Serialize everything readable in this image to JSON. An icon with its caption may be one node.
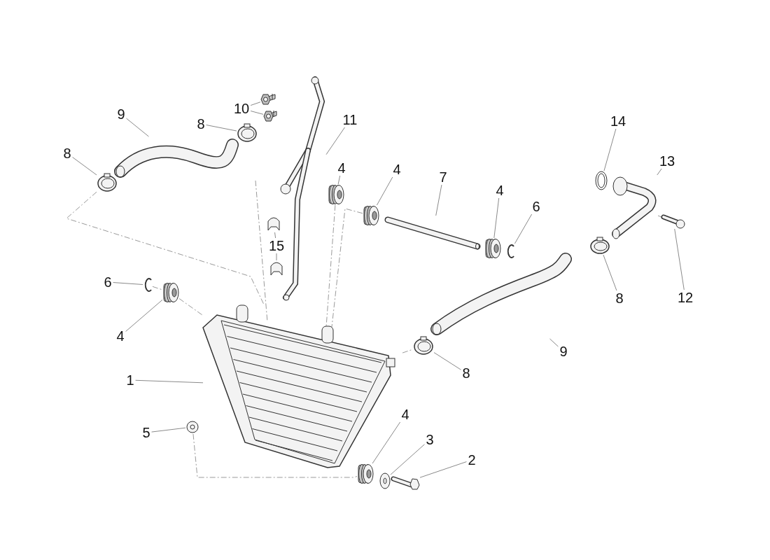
{
  "diagram": {
    "nodes": [
      {
        "text": [
          "9"
        ]
      },
      {
        "text": [
          "8"
        ]
      },
      {
        "text": [
          "8"
        ]
      },
      {
        "text": [
          "10"
        ]
      },
      {
        "text": [
          "11"
        ]
      },
      {
        "text": [
          "4"
        ]
      },
      {
        "text": [
          "4"
        ]
      },
      {
        "text": [
          "7"
        ]
      },
      {
        "text": [
          "4"
        ]
      },
      {
        "text": [
          "6"
        ]
      },
      {
        "text": [
          "14"
        ]
      },
      {
        "text": [
          "13"
        ]
      },
      {
        "text": [
          "15"
        ]
      },
      {
        "text": [
          "6"
        ]
      },
      {
        "text": [
          "4"
        ]
      },
      {
        "text": [
          "1"
        ]
      },
      {
        "text": [
          "12"
        ]
      },
      {
        "text": [
          "8"
        ]
      },
      {
        "text": [
          "9"
        ]
      },
      {
        "text": [
          "8"
        ]
      },
      {
        "text": [
          "5"
        ]
      },
      {
        "text": [
          "4"
        ]
      },
      {
        "text": [
          "3"
        ]
      },
      {
        "text": [
          "2"
        ]
      },
      {
        "text": [],
        "shape": "picture"
      },
      {
        "text": [],
        "shape": "picture"
      },
      {
        "text": [],
        "shape": "picture"
      },
      {
        "text": [],
        "shape": "picture"
      },
      {
        "text": [],
        "shape": "picture"
      },
      {
        "text": [],
        "shape": "picture"
      },
      {
        "text": [],
        "shape": "picture"
      },
      {
        "text": [],
        "shape": "picture"
      },
      {
        "text": [],
        "shape": "picture"
      },
      {
        "text": [],
        "shape": "picture"
      },
      {
        "text": [],
        "shape": "picture"
      },
      {
        "text": [],
        "shape": "picture"
      },
      {
        "text": [],
        "shape": "picture"
      },
      {
        "text": [],
        "shape": "picture"
      },
      {
        "text": [],
        "shape": "picture"
      },
      {
        "text": [],
        "shape": "picture"
      },
      {
        "text": [],
        "shape": "picture"
      },
      {
        "text": [],
        "shape": "picture"
      },
      {
        "text": [],
        "shape": "picture"
      },
      {
        "text": [],
        "shape": "picture"
      },
      {
        "text": [],
        "shape": "picture"
      },
      {
        "text": [],
        "shape": "picture"
      },
      {
        "text": [],
        "shape": "picture"
      },
      {
        "text": [],
        "shape": "picture"
      },
      {
        "text": [],
        "shape": "picture"
      },
      {
        "text": [],
        "shape": "picture"
      }
    ],
    "edges": [
      {
        "from": 0,
        "to": 24,
        "arrow": "none"
      },
      {
        "from": 1,
        "to": 25,
        "arrow": "none"
      },
      {
        "from": 2,
        "to": 26,
        "arrow": "none"
      },
      {
        "from": 3,
        "to": 27,
        "arrow": "none"
      },
      {
        "from": 3,
        "to": 28,
        "arrow": "none"
      },
      {
        "from": 4,
        "to": 29,
        "arrow": "none"
      },
      {
        "from": 5,
        "to": 30,
        "arrow": "none"
      },
      {
        "from": 6,
        "to": 31,
        "arrow": "none"
      },
      {
        "from": 7,
        "to": 32,
        "arrow": "none"
      },
      {
        "from": 8,
        "to": 33,
        "arrow": "none"
      },
      {
        "from": 9,
        "to": 34,
        "arrow": "none"
      },
      {
        "from": 10,
        "to": 35,
        "arrow": "none"
      },
      {
        "from": 11,
        "to": 36,
        "arrow": "none"
      },
      {
        "from": 12,
        "to": 37,
        "arrow": "none"
      },
      {
        "from": 12,
        "to": 38,
        "arrow": "none"
      },
      {
        "from": 13,
        "to": 39,
        "arrow": "none"
      },
      {
        "from": 14,
        "to": 40,
        "arrow": "none"
      },
      {
        "from": 15,
        "to": 41,
        "arrow": "none"
      },
      {
        "from": 16,
        "to": 42,
        "arrow": "none"
      },
      {
        "from": 17,
        "to": 43,
        "arrow": "none"
      },
      {
        "from": 18,
        "to": 44,
        "arrow": "none"
      },
      {
        "from": 19,
        "to": 45,
        "arrow": "none"
      },
      {
        "from": 20,
        "to": 46,
        "arrow": "none"
      },
      {
        "from": 21,
        "to": 47,
        "arrow": "none"
      },
      {
        "from": 22,
        "to": 48,
        "arrow": "none"
      },
      {
        "from": 23,
        "to": 49,
        "arrow": "none"
      },
      {
        "from": 26,
        "to": 41,
        "arrow": "none",
        "style": "dashed"
      },
      {
        "from": 39,
        "to": 40,
        "arrow": "none",
        "style": "dashed"
      },
      {
        "from": 40,
        "to": 41,
        "arrow": "none",
        "style": "dashed"
      },
      {
        "from": 30,
        "to": 41,
        "arrow": "none",
        "style": "dashed"
      },
      {
        "from": 31,
        "to": 41,
        "arrow": "none",
        "style": "dashed"
      },
      {
        "from": 46,
        "to": 47,
        "arrow": "none",
        "style": "dashed"
      },
      {
        "from": 41,
        "to": 45,
        "arrow": "none",
        "style": "dashed"
      },
      {
        "from": 36,
        "to": 42,
        "arrow": "none",
        "style": "dashed"
      }
    ]
  }
}
